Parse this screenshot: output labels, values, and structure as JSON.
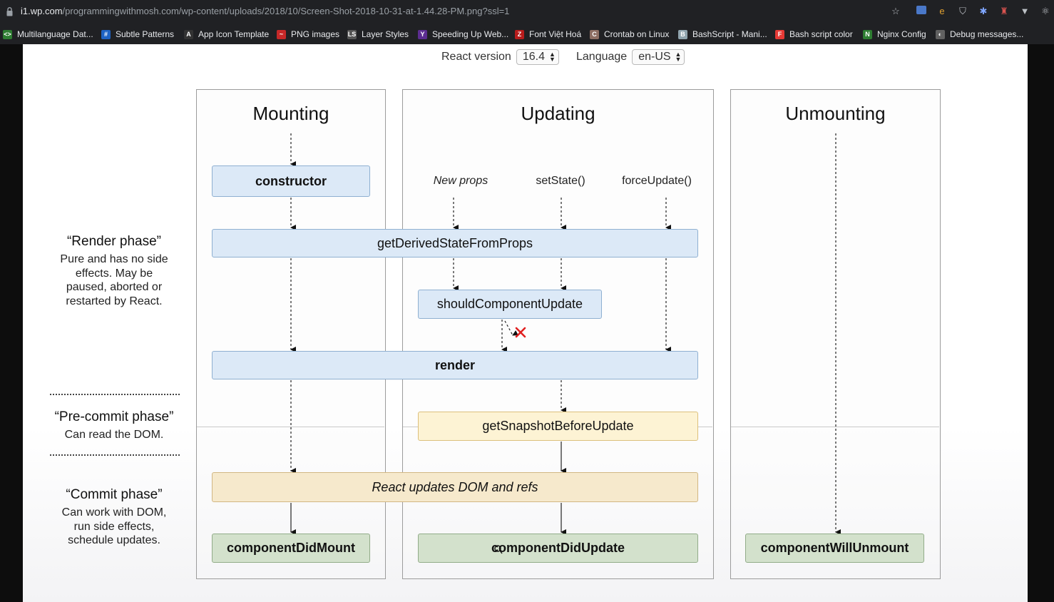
{
  "browser": {
    "url_host": "i1.wp.com",
    "url_path": "/programmingwithmosh.com/wp-content/uploads/2018/10/Screen-Shot-2018-10-31-at-1.44.28-PM.png?ssl=1"
  },
  "bookmarks": [
    {
      "label": "Multilanguage Dat...",
      "color": "#2e7d32",
      "glyph": "<>"
    },
    {
      "label": "Subtle Patterns",
      "color": "#1e63c4",
      "glyph": "#"
    },
    {
      "label": "App Icon Template",
      "color": "#333333",
      "glyph": "A"
    },
    {
      "label": "PNG images",
      "color": "#c62828",
      "glyph": "~"
    },
    {
      "label": "Layer Styles",
      "color": "#555555",
      "glyph": "LS"
    },
    {
      "label": "Speeding Up Web...",
      "color": "#5c2d91",
      "glyph": "Y"
    },
    {
      "label": "Font Việt Hoá",
      "color": "#b71c1c",
      "glyph": "Z"
    },
    {
      "label": "Crontab on Linux",
      "color": "#8d6e63",
      "glyph": "C"
    },
    {
      "label": "BashScript - Mani...",
      "color": "#90a4ae",
      "glyph": "B"
    },
    {
      "label": "Bash script color",
      "color": "#e53935",
      "glyph": "F"
    },
    {
      "label": "Nginx Config",
      "color": "#2e7d32",
      "glyph": "N"
    },
    {
      "label": "Debug messages...",
      "color": "#616161",
      "glyph": "◐"
    }
  ],
  "controls": {
    "react_version_label": "React version",
    "react_version_value": "16.4",
    "language_label": "Language",
    "language_value": "en-US"
  },
  "columns": {
    "mounting": "Mounting",
    "updating": "Updating",
    "unmounting": "Unmounting"
  },
  "triggers": {
    "new_props": "New props",
    "set_state": "setState()",
    "force_update": "forceUpdate()"
  },
  "methods": {
    "constructor": "constructor",
    "get_derived_state": "getDerivedStateFromProps",
    "should_component_update": "shouldComponentUpdate",
    "render": "render",
    "get_snapshot": "getSnapshotBeforeUpdate",
    "react_updates_dom": "React updates DOM and refs",
    "component_did_mount": "componentDidMount",
    "component_did_update": "componentDidUpdate",
    "component_will_unmount": "componentWillUnmount"
  },
  "phases": {
    "render": {
      "title": "“Render phase”",
      "lines": [
        "Pure and has no side",
        "effects. May be",
        "paused, aborted or",
        "restarted by React."
      ]
    },
    "precommit": {
      "title": "“Pre-commit phase”",
      "lines": [
        "Can read the DOM."
      ]
    },
    "commit": {
      "title": "“Commit phase”",
      "lines": [
        "Can work with DOM,",
        "run side effects,",
        "schedule updates."
      ]
    }
  }
}
